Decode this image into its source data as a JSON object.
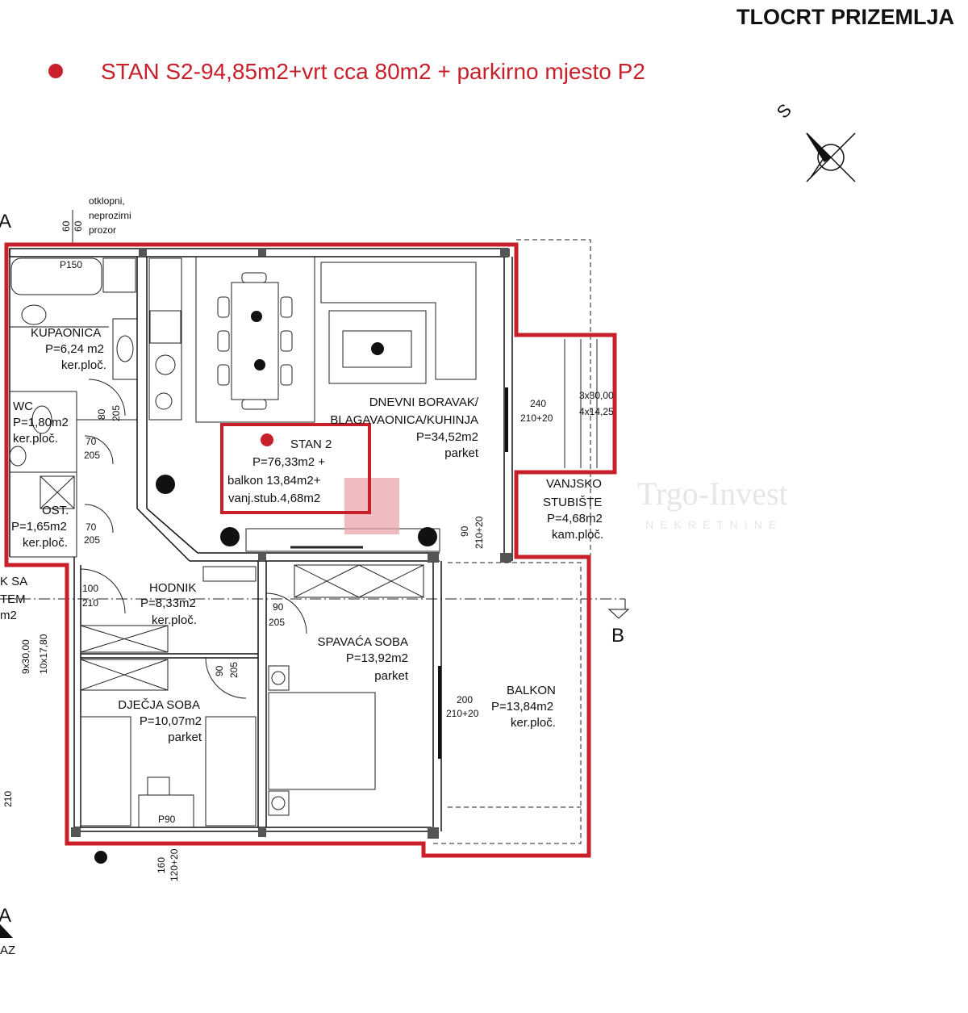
{
  "title": "TLOCRT PRIZEMLJA",
  "headline": "STAN S2-94,85m2+vrt cca 80m2 + parkirno mjesto P2",
  "colors": {
    "accent_red": "#c8202b",
    "ink": "#111111",
    "watermark": "#e8a0a6"
  },
  "compass": {
    "label": "S",
    "icon": "north-arrow-icon"
  },
  "window_note": [
    "otklopni,",
    "neprozirni",
    "prozor"
  ],
  "window_dims": [
    "60",
    "60"
  ],
  "section_markers": {
    "a_top": "A",
    "a_bottom": "A",
    "b": "B",
    "az": "AZ"
  },
  "apartment_box": {
    "name": "STAN 2",
    "area": "P=76,33m2 +",
    "balcony": "balkon 13,84m2+",
    "stairs": "vanj.stub.4,68m2"
  },
  "watermark": {
    "brand": "Trgo-Invest",
    "sub": "NEKRETNINE"
  },
  "rooms": {
    "bathroom": {
      "name": "KUPAONICA",
      "area": "P=6,24 m2",
      "floor": "ker.ploč.",
      "tub": "P150"
    },
    "wc": {
      "name": "WC",
      "area": "P=1,80m2",
      "floor": "ker.ploč."
    },
    "storage": {
      "name": "OST.",
      "area": "P=1,65m2",
      "floor": "ker.ploč."
    },
    "living": {
      "name": "DNEVNI BORAVAK/",
      "name2": "BLAGAVAONICA/KUHINJA",
      "area": "P=34,52m2",
      "floor": "parket"
    },
    "stairs": {
      "name": "VANJSKO",
      "name2": "STUBIŠTE",
      "area": "P=4,68m2",
      "floor": "kam.ploč."
    },
    "hall": {
      "name": "HODNIK",
      "area": "P=8,33m2",
      "floor": "ker.ploč."
    },
    "bedroom": {
      "name": "SPAVAĆA SOBA",
      "area": "P=13,92m2",
      "floor": "parket"
    },
    "kids": {
      "name": "DJEČJA SOBA",
      "area": "P=10,07m2",
      "floor": "parket",
      "window": "P90"
    },
    "balcony": {
      "name": "BALKON",
      "area": "P=13,84m2",
      "floor": "ker.ploč."
    },
    "neighbor": {
      "l1": "K SA",
      "l2": "TEM",
      "l3": "m2",
      "stairs_a": "9x30,00",
      "stairs_b": "10x17,80",
      "door": "210"
    }
  },
  "doors": {
    "bath": [
      "80",
      "205"
    ],
    "wc": [
      "70",
      "205"
    ],
    "ost": [
      "70",
      "205"
    ],
    "entry": [
      "100",
      "210"
    ],
    "bed": [
      "90",
      "205"
    ],
    "kids": [
      "90",
      "205"
    ],
    "living_stair": [
      "90",
      "210+20"
    ],
    "terrace": [
      "240",
      "210+20"
    ],
    "balcony": [
      "200",
      "210+20"
    ],
    "bottom": [
      "160",
      "120+20"
    ],
    "steps": [
      "3x30,00",
      "4x14,25"
    ]
  }
}
